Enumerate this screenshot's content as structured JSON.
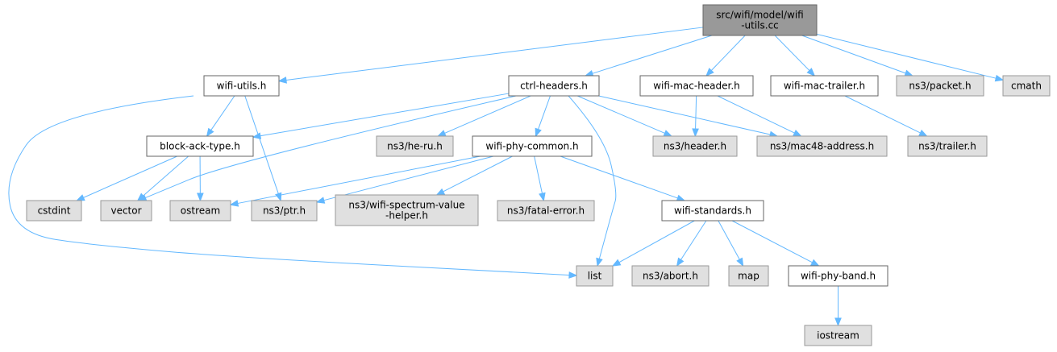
{
  "diagram": {
    "colors": {
      "edge": "#63b8ff",
      "root_fill": "#999999",
      "local_fill": "#ffffff",
      "system_fill": "#e0e0e0",
      "border": "#666666"
    },
    "nodes": [
      {
        "id": "root",
        "kind": "root",
        "lines": [
          "src/wifi/model/wifi",
          "-utils.cc"
        ]
      },
      {
        "id": "wifi_utils_h",
        "kind": "local",
        "lines": [
          "wifi-utils.h"
        ]
      },
      {
        "id": "ctrl_headers_h",
        "kind": "local",
        "lines": [
          "ctrl-headers.h"
        ]
      },
      {
        "id": "wifi_mac_header_h",
        "kind": "local",
        "lines": [
          "wifi-mac-header.h"
        ]
      },
      {
        "id": "wifi_mac_trailer_h",
        "kind": "local",
        "lines": [
          "wifi-mac-trailer.h"
        ]
      },
      {
        "id": "ns3_packet_h",
        "kind": "system",
        "lines": [
          "ns3/packet.h"
        ]
      },
      {
        "id": "cmath",
        "kind": "system",
        "lines": [
          "cmath"
        ]
      },
      {
        "id": "block_ack_type_h",
        "kind": "local",
        "lines": [
          "block-ack-type.h"
        ]
      },
      {
        "id": "ns3_he_ru_h",
        "kind": "system",
        "lines": [
          "ns3/he-ru.h"
        ]
      },
      {
        "id": "wifi_phy_common_h",
        "kind": "local",
        "lines": [
          "wifi-phy-common.h"
        ]
      },
      {
        "id": "ns3_header_h",
        "kind": "system",
        "lines": [
          "ns3/header.h"
        ]
      },
      {
        "id": "ns3_mac48_address_h",
        "kind": "system",
        "lines": [
          "ns3/mac48-address.h"
        ]
      },
      {
        "id": "ns3_trailer_h",
        "kind": "system",
        "lines": [
          "ns3/trailer.h"
        ]
      },
      {
        "id": "cstdint",
        "kind": "system",
        "lines": [
          "cstdint"
        ]
      },
      {
        "id": "vector",
        "kind": "system",
        "lines": [
          "vector"
        ]
      },
      {
        "id": "ostream",
        "kind": "system",
        "lines": [
          "ostream"
        ]
      },
      {
        "id": "ns3_ptr_h",
        "kind": "system",
        "lines": [
          "ns3/ptr.h"
        ]
      },
      {
        "id": "ns3_wifi_spectrum_value_helper_h",
        "kind": "system",
        "lines": [
          "ns3/wifi-spectrum-value",
          "-helper.h"
        ]
      },
      {
        "id": "ns3_fatal_error_h",
        "kind": "system",
        "lines": [
          "ns3/fatal-error.h"
        ]
      },
      {
        "id": "wifi_standards_h",
        "kind": "local",
        "lines": [
          "wifi-standards.h"
        ]
      },
      {
        "id": "list",
        "kind": "system",
        "lines": [
          "list"
        ]
      },
      {
        "id": "ns3_abort_h",
        "kind": "system",
        "lines": [
          "ns3/abort.h"
        ]
      },
      {
        "id": "map",
        "kind": "system",
        "lines": [
          "map"
        ]
      },
      {
        "id": "wifi_phy_band_h",
        "kind": "local",
        "lines": [
          "wifi-phy-band.h"
        ]
      },
      {
        "id": "iostream",
        "kind": "system",
        "lines": [
          "iostream"
        ]
      }
    ],
    "edges": [
      [
        "root",
        "wifi_utils_h"
      ],
      [
        "root",
        "ctrl_headers_h"
      ],
      [
        "root",
        "wifi_mac_header_h"
      ],
      [
        "root",
        "wifi_mac_trailer_h"
      ],
      [
        "root",
        "ns3_packet_h"
      ],
      [
        "root",
        "cmath"
      ],
      [
        "wifi_utils_h",
        "block_ack_type_h"
      ],
      [
        "wifi_utils_h",
        "ns3_ptr_h"
      ],
      [
        "wifi_utils_h",
        "list"
      ],
      [
        "ctrl_headers_h",
        "block_ack_type_h"
      ],
      [
        "ctrl_headers_h",
        "ns3_he_ru_h"
      ],
      [
        "ctrl_headers_h",
        "wifi_phy_common_h"
      ],
      [
        "ctrl_headers_h",
        "ns3_header_h"
      ],
      [
        "ctrl_headers_h",
        "ns3_mac48_address_h"
      ],
      [
        "ctrl_headers_h",
        "vector"
      ],
      [
        "ctrl_headers_h",
        "list"
      ],
      [
        "wifi_mac_header_h",
        "ns3_header_h"
      ],
      [
        "wifi_mac_header_h",
        "ns3_mac48_address_h"
      ],
      [
        "wifi_mac_trailer_h",
        "ns3_trailer_h"
      ],
      [
        "block_ack_type_h",
        "cstdint"
      ],
      [
        "block_ack_type_h",
        "vector"
      ],
      [
        "block_ack_type_h",
        "ostream"
      ],
      [
        "wifi_phy_common_h",
        "ostream"
      ],
      [
        "wifi_phy_common_h",
        "ns3_ptr_h"
      ],
      [
        "wifi_phy_common_h",
        "ns3_wifi_spectrum_value_helper_h"
      ],
      [
        "wifi_phy_common_h",
        "ns3_fatal_error_h"
      ],
      [
        "wifi_phy_common_h",
        "wifi_standards_h"
      ],
      [
        "wifi_standards_h",
        "list"
      ],
      [
        "wifi_standards_h",
        "ns3_abort_h"
      ],
      [
        "wifi_standards_h",
        "map"
      ],
      [
        "wifi_standards_h",
        "wifi_phy_band_h"
      ],
      [
        "wifi_phy_band_h",
        "iostream"
      ]
    ]
  }
}
